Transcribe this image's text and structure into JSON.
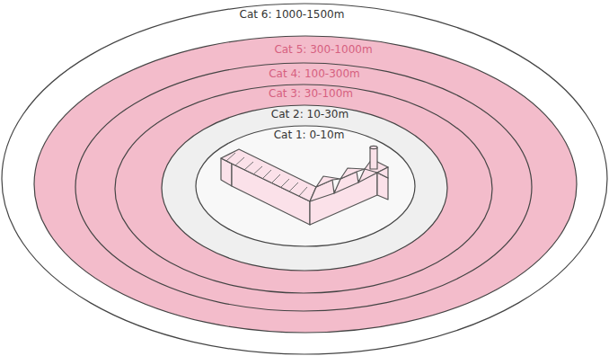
{
  "diagram": {
    "nodes": [
      {
        "text": [
          "Cat 6: 1000-1500m"
        ]
      },
      {
        "text": [
          "Cat 5: 300-1000m"
        ],
        "in": 0
      },
      {
        "text": [
          "Cat 4: 100-300m"
        ],
        "in": 1
      },
      {
        "text": [
          "Cat 3: 30-100m"
        ],
        "in": 2
      },
      {
        "text": [
          "Cat 2: 10-30m"
        ],
        "in": 3
      },
      {
        "text": [
          "Cat 1: 0-10m"
        ],
        "in": 4
      }
    ]
  }
}
